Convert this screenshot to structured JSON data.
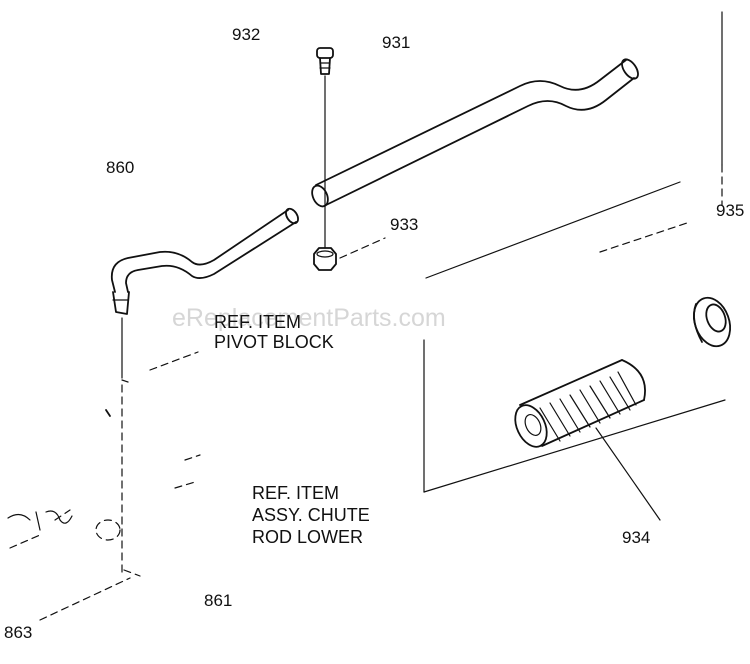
{
  "parts": {
    "p932": "932",
    "p931": "931",
    "p860": "860",
    "p933": "933",
    "p935": "935",
    "p934": "934",
    "p861": "861",
    "p863": "863"
  },
  "ref_pivot": {
    "line1": "REF. ITEM",
    "line2": "PIVOT BLOCK"
  },
  "ref_chute": {
    "line1": "REF. ITEM",
    "line2": "ASSY. CHUTE",
    "line3": "ROD LOWER"
  },
  "watermark": "eReplacementParts.com"
}
